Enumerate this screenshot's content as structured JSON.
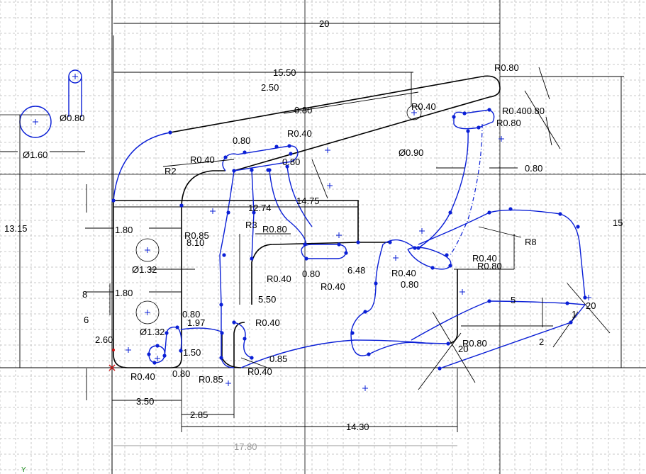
{
  "canvas": {
    "background": "#ffffff",
    "sketch_color_defined": "#000000",
    "sketch_color_underdefined": "#0a1fd6",
    "grid_color": "#c8c8c8",
    "origin_color": "#d01010",
    "axis_label": "Y"
  },
  "dimensions": {
    "d_20": "20",
    "d_15_50": "15.50",
    "d_2_50": "2.50",
    "d_0_80_a": "0.80",
    "d_r0_80_top": "R0.80",
    "d_r0_40_top": "R0.40",
    "d_r0_400_80": "R0.400.80",
    "d_r0_80_top2": "R0.80",
    "d_dia_0_80": "Ø0.80",
    "d_dia_1_60": "Ø1.60",
    "d_0_80_b": "0.80",
    "d_r0_40_b": "R0.40",
    "d_r0_40_c": "R0.40",
    "d_0_80_c": "0.80",
    "d_dia_0_90": "Ø0.90",
    "d_0_80_d": "0.80",
    "d_r2": "R2",
    "d_12_74": "12.74",
    "d_14_75": "14.75",
    "d_13_15": "13.15",
    "d_15": "15",
    "d_1_80_a": "1.80",
    "d_r0_85_a": "R0.85",
    "d_8_10": "8.10",
    "d_r3": "R3",
    "d_r0_80_m": "R0.80",
    "d_r8": "R8",
    "d_dia_1_32": "Ø1.32",
    "d_r0_40_m1": "R0.40",
    "d_0_80_m": "0.80",
    "d_6_48": "6.48",
    "d_r0_40_m2": "R0.40",
    "d_r0_40_m3": "R0.40",
    "d_0_80_m2": "0.80",
    "d_r0_40_m4": "R0.40",
    "d_r0_80_m4": "R0.80",
    "d_8": "8",
    "d_1_80_b": "1.80",
    "d_5_50": "5.50",
    "d_5": "5",
    "d_1": "1",
    "d_20_small": "20",
    "d_6": "6",
    "d_0_80_e": "0.80",
    "d_1_97": "1.97",
    "d_r0_40_e": "R0.40",
    "d_2": "2",
    "d_dia_1_32b": "Ø1.32",
    "d_2_60": "2.60",
    "d_1_50": "1.50",
    "d_0_85": "0.85",
    "d_r0_80_f": "R0.80",
    "d_20_f": "20",
    "d_r0_40_g": "R0.40",
    "d_0_80_g": "0.80",
    "d_r0_85_g": "R0.85",
    "d_r0_40_h": "R0.40",
    "d_3_50": "3.50",
    "d_2_85": "2.85",
    "d_14_30": "14.30",
    "d_17_80": "17.80"
  }
}
